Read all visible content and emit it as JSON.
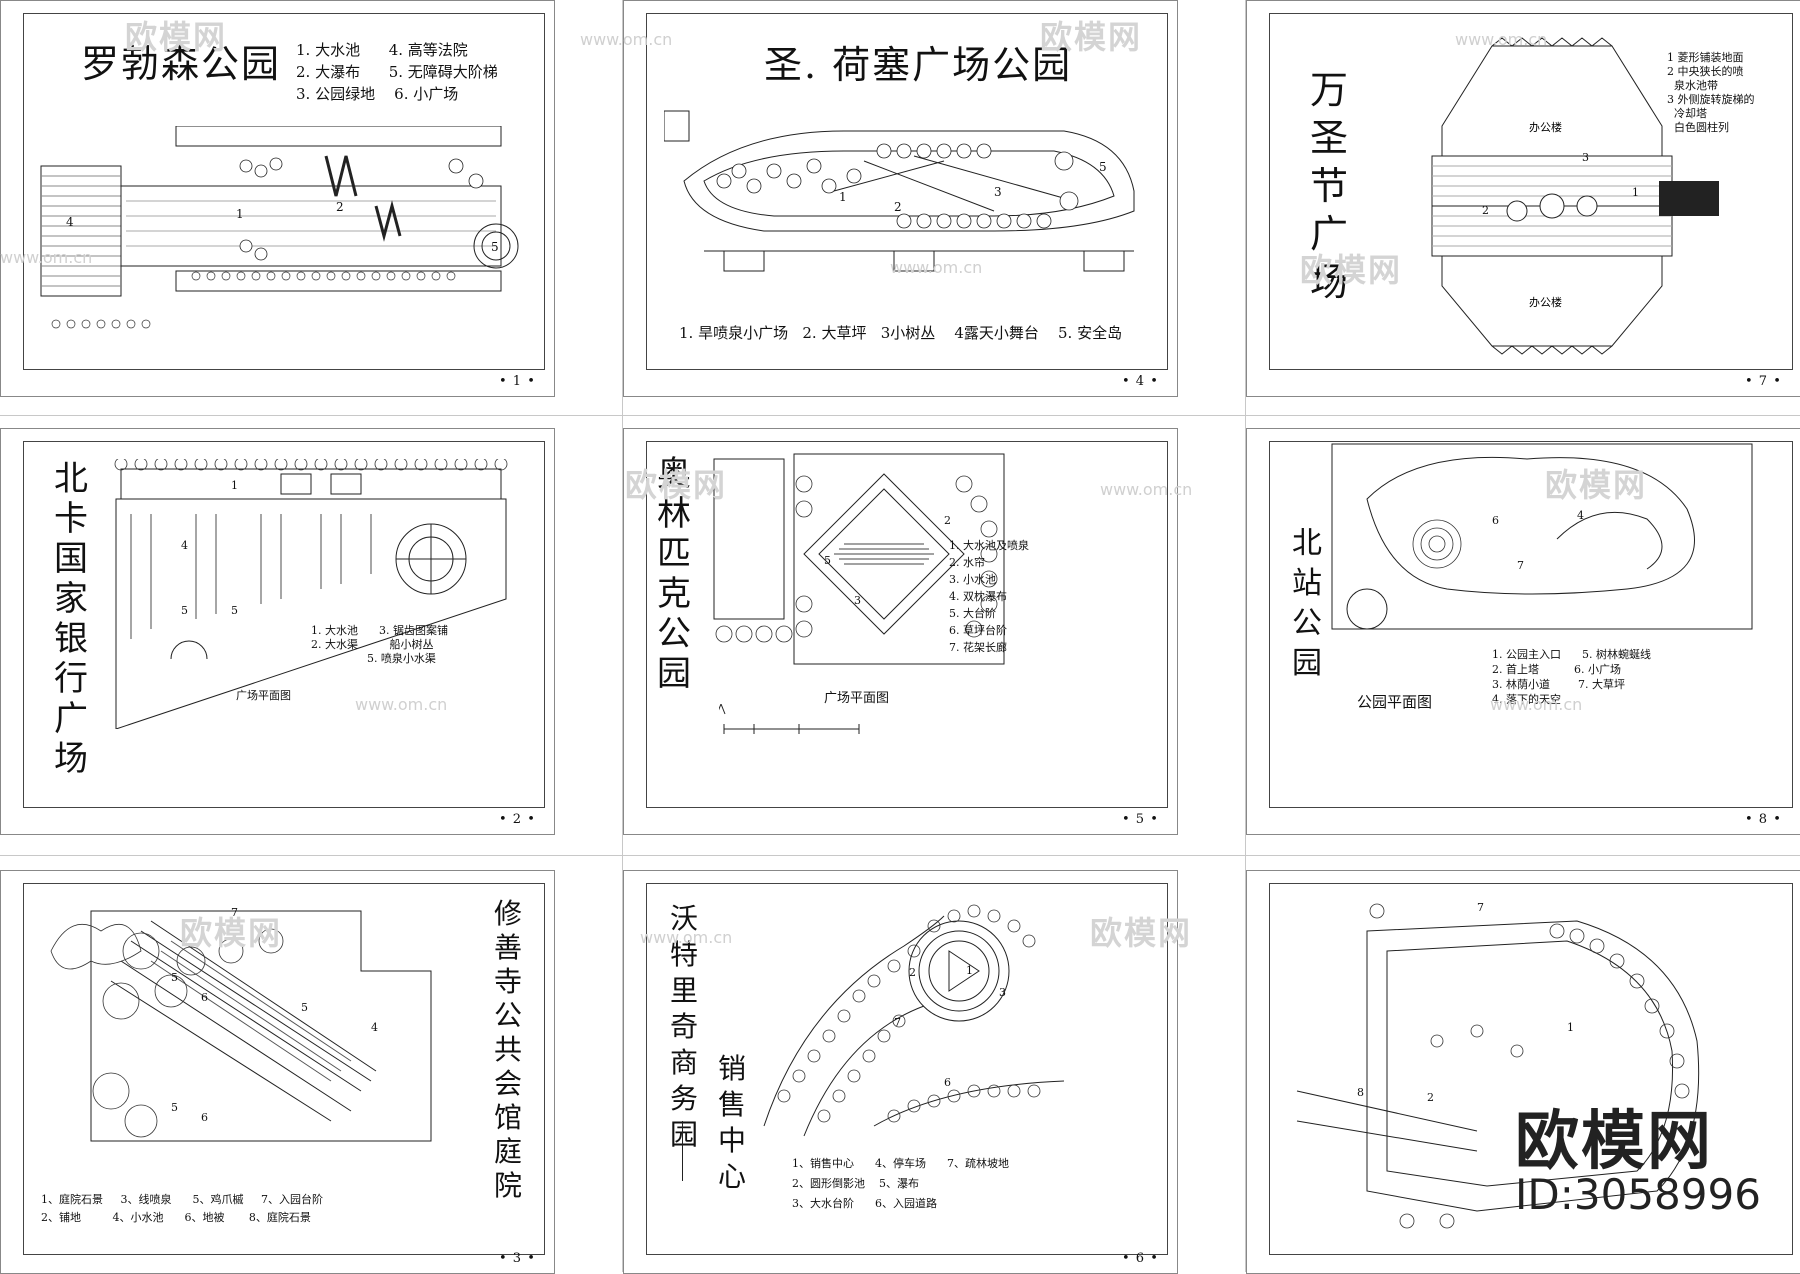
{
  "sheets": [
    {
      "title": "罗勃森公园",
      "legend": "1. 大水池      4. 高等法院\n2. 大瀑布      5. 无障碍大阶梯\n3. 公园绿地    6. 小广场",
      "page": "• 1 •"
    },
    {
      "title": "北卡国家银行广场",
      "legend": "1. 大水池      3. 锯齿图案铺\n2. 大水渠         船小树丛\n                5. 喷泉小水渠",
      "plan_caption": "广场平面图",
      "page": "• 2 •"
    },
    {
      "title": "修善寺公共会馆庭院",
      "legend": "1、庭院石景     3、线喷泉      5、鸡爪槭     7、入园台阶\n2、铺地         4、小水池      6、地被       8、庭院石景",
      "page": "• 3 •"
    },
    {
      "title": "圣. 荷塞广场公园",
      "legend": "1. 旱喷泉小广场   2. 大草坪   3小树丛    4露天小舞台    5. 安全岛",
      "page": "• 4 •"
    },
    {
      "title": "奥林匹克公园",
      "legend": "1. 大水池及喷泉\n2. 水帘\n3. 小水池\n4. 双枕瀑布\n5. 大台阶\n6. 草坪台阶\n7. 花架长廊",
      "plan_caption": "广场平面图",
      "page": "• 5 •"
    },
    {
      "title": "沃特里奇商务园",
      "subtitle": "销售中心",
      "legend": "1、销售中心      4、停车场      7、疏林坡地\n2、圆形倒影池    5、瀑布\n3、大水台阶      6、入园道路",
      "page": "• 6 •"
    },
    {
      "title": "万圣节广场",
      "legend": "1 菱形铺装地面\n2 中央狭长的喷\n  泉水池带\n3 外侧旋转旋梯的\n  冷却塔\n  白色圆柱列",
      "office_top": "办公楼",
      "office_bottom": "办公楼",
      "page": "• 7 •"
    },
    {
      "title": "北站公园",
      "legend": "1. 公园主入口      5. 树林蜿蜒线\n2. 首上塔          6. 小广场\n3. 林荫小道        7. 大草坪\n4. 落下的天空",
      "plan_caption": "公园平面图",
      "page": "• 8 •"
    }
  ],
  "watermark": {
    "brand": "欧模网",
    "url": "www.om.cn",
    "id": "ID:3058996"
  }
}
